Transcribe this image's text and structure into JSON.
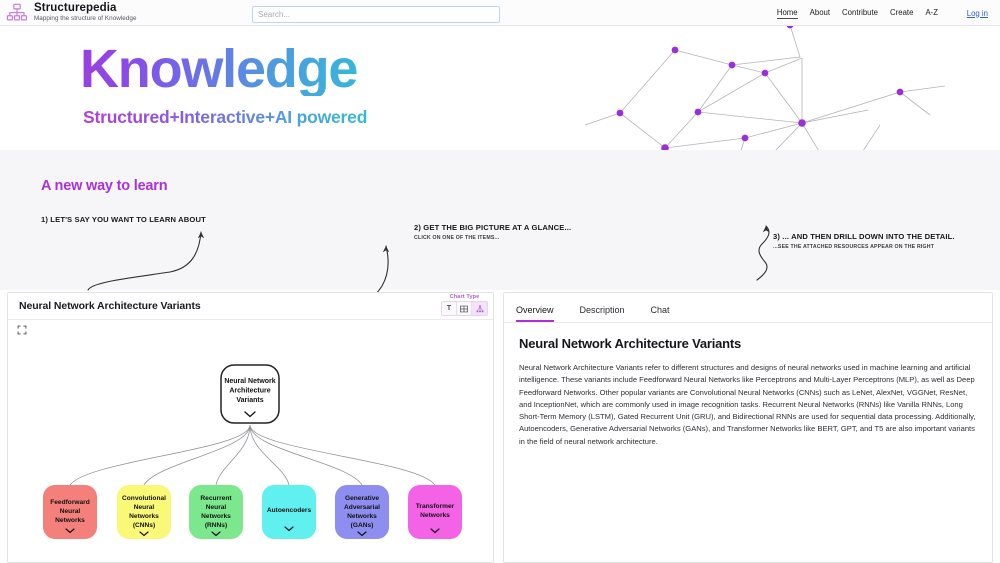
{
  "header": {
    "brand_title": "Structurepedia",
    "brand_tagline": "Mapping the structure of Knowledge",
    "logo_icon": "hierarchy-icon",
    "search": {
      "value": "",
      "placeholder": "Search..."
    },
    "nav": [
      {
        "label": "Home",
        "active": true
      },
      {
        "label": "About",
        "active": false
      },
      {
        "label": "Contribute",
        "active": false
      },
      {
        "label": "Create",
        "active": false
      },
      {
        "label": "A-Z",
        "active": false
      }
    ],
    "login_label": "Log in"
  },
  "hero": {
    "title": "Knowledge",
    "subtitle": "Structured+Interactive+AI powered",
    "gradient_from": "#9b3fe0",
    "gradient_to": "#35b8d8",
    "decoration_icon": "network-graph-icon",
    "node_color": "#9b30d9"
  },
  "band": {
    "title": "A new way to learn",
    "title_color": "#a832d8",
    "steps": [
      {
        "main": "1) LET'S SAY YOU WANT TO LEARN ABOUT",
        "sub": ""
      },
      {
        "main": "2) GET THE BIG PICTURE AT A GLANCE...",
        "sub": "CLICK ON ONE OF THE ITEMS..."
      },
      {
        "main": "3) ... AND THEN DRILL DOWN INTO THE DETAIL.",
        "sub": "...SEE THE ATTACHED RESOURCES APPEAR ON THE RIGHT"
      }
    ]
  },
  "chart_panel": {
    "title": "Neural Network Architecture Variants",
    "expand_icon": "expand-fullscreen-icon",
    "chart_type": {
      "label": "Chart Type",
      "label_color": "#b05fd0",
      "options": [
        {
          "name": "text-view",
          "glyph": "T",
          "active": false
        },
        {
          "name": "grid-view",
          "glyph": "grid-icon",
          "active": false
        },
        {
          "name": "tree-view",
          "glyph": "tree-chart-icon",
          "active": true
        }
      ]
    }
  },
  "chart_data": {
    "type": "tree",
    "title": "Neural Network Architecture Variants",
    "root": {
      "label": "Neural Network Architecture Variants",
      "fill": "#ffffff",
      "stroke": "#222222"
    },
    "children": [
      {
        "label": "Feedforward Neural Networks",
        "fill": "#f4807c"
      },
      {
        "label": "Convolutional Neural Networks (CNNs)",
        "fill": "#f9f877"
      },
      {
        "label": "Recurrent Neural Networks (RNNs)",
        "fill": "#7ce88d"
      },
      {
        "label": "Autoencoders",
        "fill": "#5ff0ef"
      },
      {
        "label": "Generative Adversarial Networks (GANs)",
        "fill": "#8d8ef0"
      },
      {
        "label": "Transformer Networks",
        "fill": "#f462e6"
      }
    ]
  },
  "detail_panel": {
    "tabs": [
      {
        "label": "Overview",
        "active": true
      },
      {
        "label": "Description",
        "active": false
      },
      {
        "label": "Chat",
        "active": false
      }
    ],
    "active_tab_color": "#a832d8",
    "doc_title": "Neural Network Architecture Variants",
    "doc_body": "Neural Network Architecture Variants refer to different structures and designs of neural networks used in machine learning and artificial intelligence. These variants include Feedforward Neural Networks like Perceptrons and Multi-Layer Perceptrons (MLP), as well as Deep Feedforward Networks. Other popular variants are Convolutional Neural Networks (CNNs) such as LeNet, AlexNet, VGGNet, ResNet, and InceptionNet, which are commonly used in image recognition tasks. Recurrent Neural Networks (RNNs) like Vanilla RNNs, Long Short-Term Memory (LSTM), Gated Recurrent Unit (GRU), and Bidirectional RNNs are used for sequential data processing. Additionally, Autoencoders, Generative Adversarial Networks (GANs), and Transformer Networks like BERT, GPT, and T5 are also important variants in the field of neural network architecture."
  }
}
